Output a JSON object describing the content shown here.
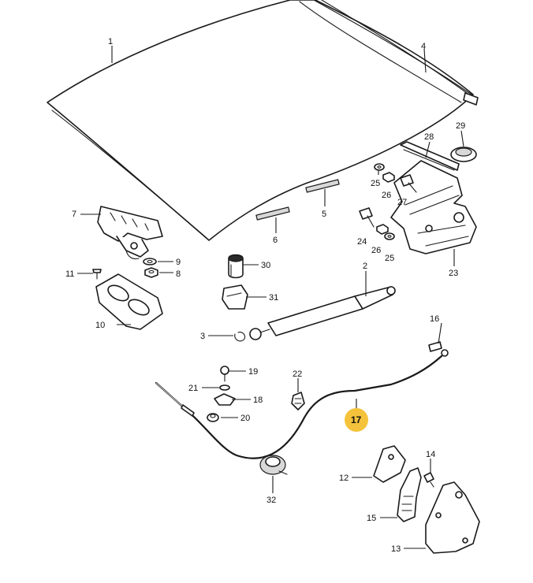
{
  "callouts": {
    "c1": "1",
    "c2": "2",
    "c3": "3",
    "c4": "4",
    "c5": "5",
    "c6": "6",
    "c7": "7",
    "c8": "8",
    "c9": "9",
    "c10": "10",
    "c11": "11",
    "c12": "12",
    "c13": "13",
    "c14": "14",
    "c15": "15",
    "c16": "16",
    "c17": "17",
    "c18": "18",
    "c19": "19",
    "c20": "20",
    "c21": "21",
    "c22": "22",
    "c23": "23",
    "c24": "24",
    "c25a": "25",
    "c25b": "25",
    "c26a": "26",
    "c26b": "26",
    "c27": "27",
    "c28": "28",
    "c29": "29",
    "c30": "30",
    "c31": "31",
    "c32": "32"
  },
  "highlight": {
    "part": "17",
    "color": "#f5c33b"
  }
}
